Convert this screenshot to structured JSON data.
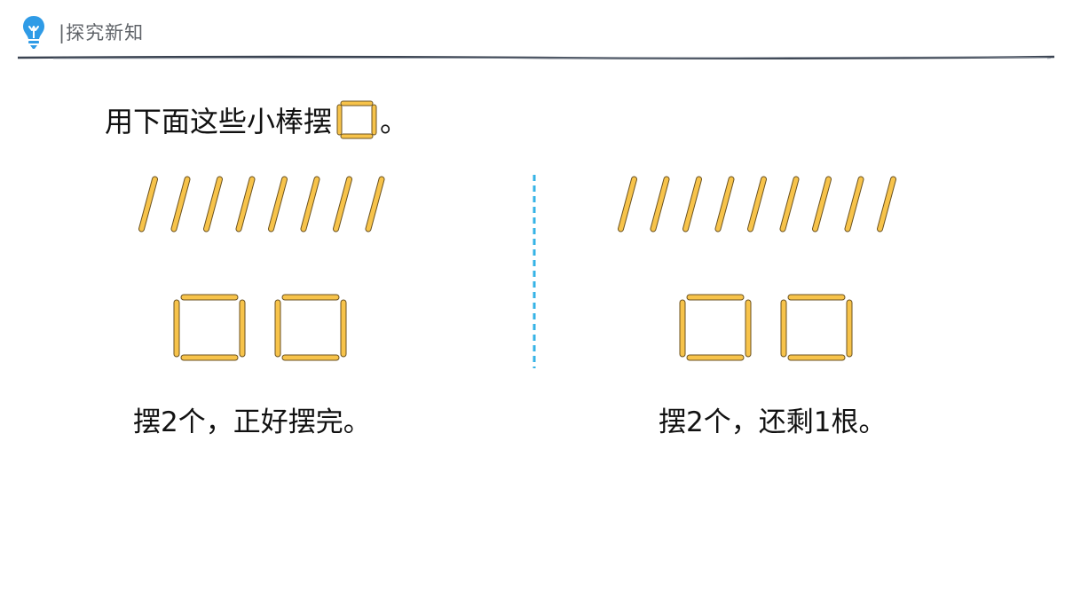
{
  "header": {
    "section_title": "|探究新知",
    "icon": "lightbulb-icon",
    "accent_color": "#2f9be6"
  },
  "question": {
    "text_before": "用下面这些小棒摆",
    "shape_icon": "square-icon",
    "text_after": "。"
  },
  "left_panel": {
    "stick_count": 8,
    "square_count": 2,
    "caption": "摆2个，正好摆完。"
  },
  "right_panel": {
    "stick_count": 9,
    "square_count": 2,
    "caption": "摆2个，还剩1根。"
  },
  "colors": {
    "stick_fill": "#f7c34a",
    "stick_edge": "#6b5220",
    "divider": "#35b3e6",
    "rule": "#3b4452"
  }
}
